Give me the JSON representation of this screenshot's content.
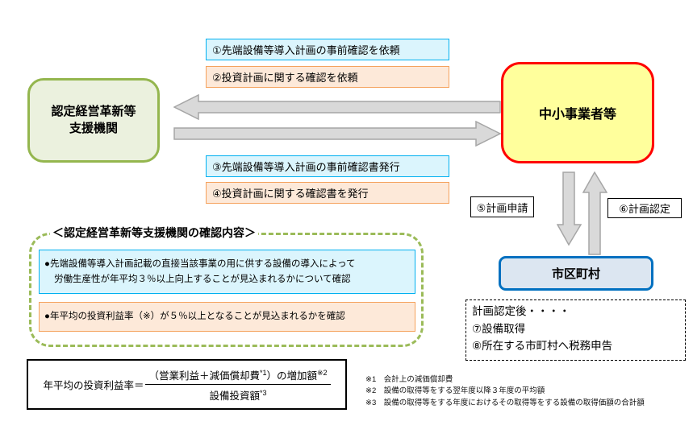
{
  "colors": {
    "cyan_fill": "#DBF5FD",
    "cyan_border": "#00B0F0",
    "orange_fill": "#FDE9D9",
    "orange_border": "#F5A25D",
    "green_fill": "#EBF1DE",
    "green_border": "#94B64E",
    "yellow_fill": "#FFFF9C",
    "red_border": "#FF0000",
    "blue_fill": "#DCE6F1",
    "blue_border": "#0070C0",
    "arrow_fill": "#D9D9D9",
    "arrow_border": "#A6A6A6",
    "dashed_green": "#9BBB59"
  },
  "boxes": {
    "support_org": {
      "line1": "認定経営革新等",
      "line2": "支援機関"
    },
    "sme": {
      "label": "中小事業者等"
    },
    "municipality": {
      "label": "市区町村"
    }
  },
  "flow": {
    "step1": "①先端設備等導入計画の事前確認を依頼",
    "step2": "②投資計画に関する確認を依頼",
    "step3": "③先端設備等導入計画の事前確認書発行",
    "step4": "④投資計画に関する確認書を発行",
    "step5": "⑤計画申請",
    "step6": "⑥計画認定"
  },
  "after_certification": {
    "line1": "計画認定後・・・・",
    "line2": "⑦設備取得",
    "line3": "⑧所在する市町村へ税務申告"
  },
  "check_panel": {
    "title": "＜認定経営革新等支援機関の確認内容＞",
    "item1_line1": "●先端設備等導入計画記載の直接当該事業の用に供する設備の導入によって",
    "item1_line2": "労働生産性が年平均３％以上向上することが見込まれるかについて確認",
    "item2": "●年平均の投資利益率（※）が５％以上となることが見込まれるかを確認"
  },
  "formula": {
    "lhs": "年平均の投資利益率＝",
    "num_a": "（営業利益＋減価償却費",
    "num_sup1": "*1",
    "num_b": "）の増加額",
    "num_sup2": "※2",
    "den": "設備投資額",
    "den_sup": "*3"
  },
  "footnotes": [
    "※1　会計上の減価償却費",
    "※2　設備の取得等をする翌年度以降３年度の平均額",
    "※3　設備の取得等をする年度におけるその取得等をする設備の取得価額の合計額"
  ]
}
